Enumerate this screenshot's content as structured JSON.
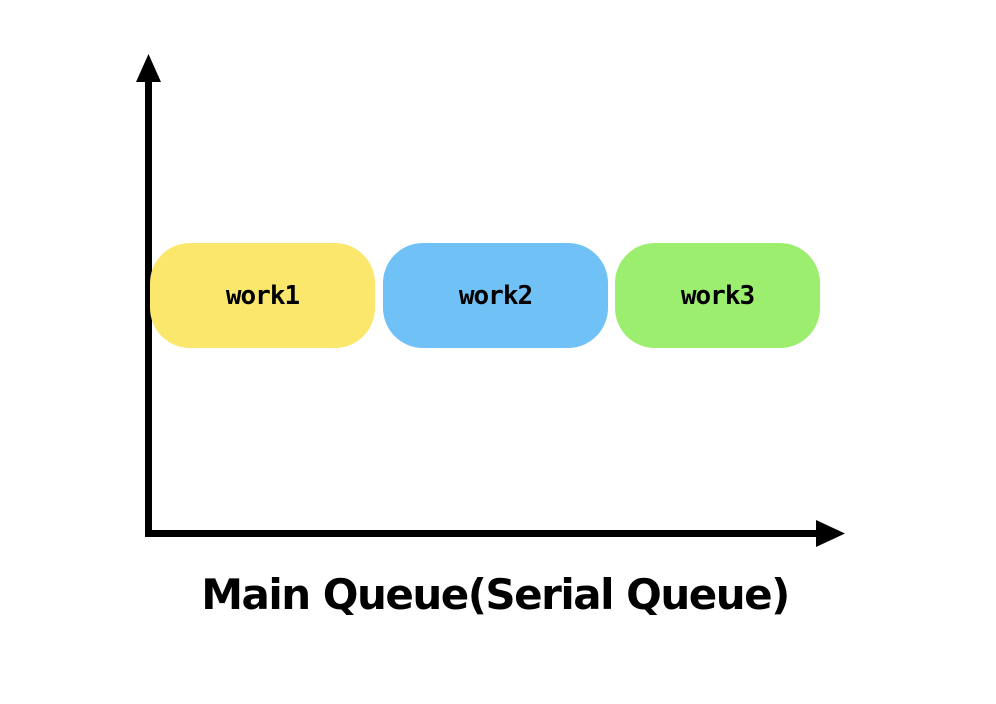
{
  "diagram": {
    "caption": "Main Queue(Serial Queue)",
    "background": "#FFFFFF",
    "text_color": "#000000",
    "axis": {
      "color": "#000000"
    },
    "boxes": [
      {
        "label": "work1",
        "color": "#FAE76B"
      },
      {
        "label": "work2",
        "color": "#70C1F5"
      },
      {
        "label": "work3",
        "color": "#9BEE6E"
      }
    ]
  }
}
